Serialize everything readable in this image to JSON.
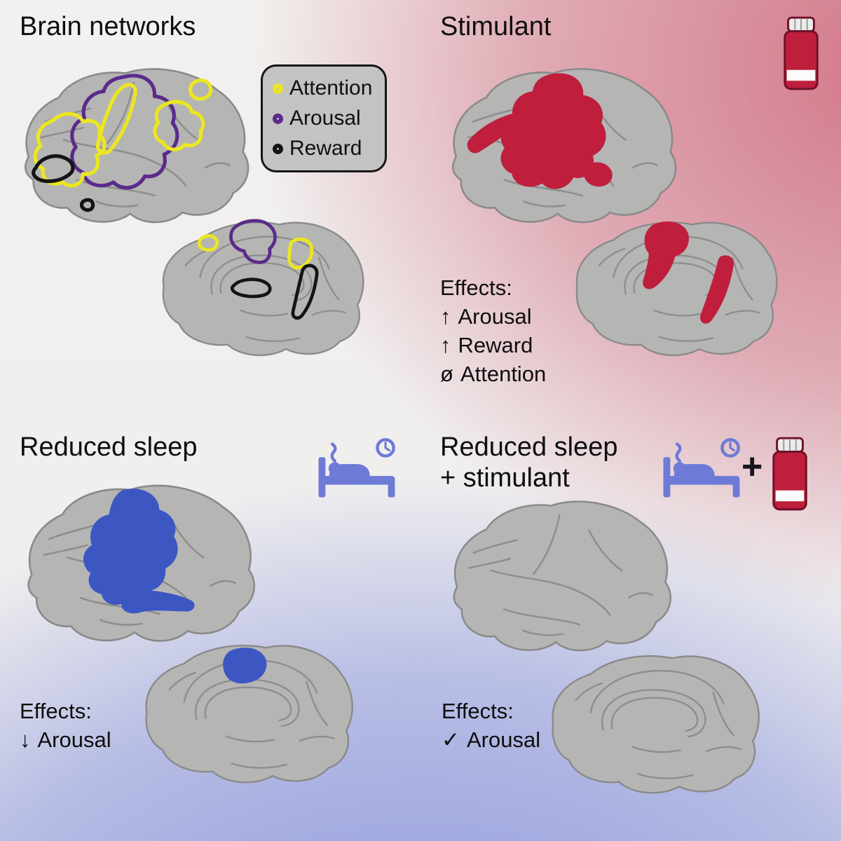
{
  "colors": {
    "yellow": "#ece621",
    "purple": "#5a2b8b",
    "black": "#141414",
    "red": "#bf1e3d",
    "blue": "#3d57c2",
    "periwinkle": "#6d7ad6",
    "brain_fill": "#b5b5b4",
    "brain_line": "#8a8a8a",
    "legend_bg": "#c3c3c3",
    "text": "#101010"
  },
  "panels": {
    "brain_networks": {
      "title": "Brain networks",
      "legend": [
        {
          "label": "Attention",
          "network": "attention"
        },
        {
          "label": "Arousal",
          "network": "arousal"
        },
        {
          "label": "Reward",
          "network": "reward"
        }
      ]
    },
    "stimulant": {
      "title": "Stimulant",
      "icon": "pill-bottle-icon",
      "effects_label": "Effects:",
      "effects": [
        {
          "symbol": "↑",
          "label": "Arousal"
        },
        {
          "symbol": "↑",
          "label": "Reward"
        },
        {
          "symbol": "ø",
          "label": "Attention"
        }
      ]
    },
    "reduced_sleep": {
      "title": "Reduced sleep",
      "icon": "bed-clock-icon",
      "effects_label": "Effects:",
      "effects": [
        {
          "symbol": "↓",
          "label": "Arousal"
        }
      ]
    },
    "reduced_sleep_stimulant": {
      "title_line1": "Reduced sleep",
      "title_line2": "+ stimulant",
      "icons": [
        "bed-clock-icon",
        "pill-bottle-icon"
      ],
      "plus": "+",
      "effects_label": "Effects:",
      "effects": [
        {
          "symbol": "✓",
          "label": "Arousal"
        }
      ]
    }
  }
}
